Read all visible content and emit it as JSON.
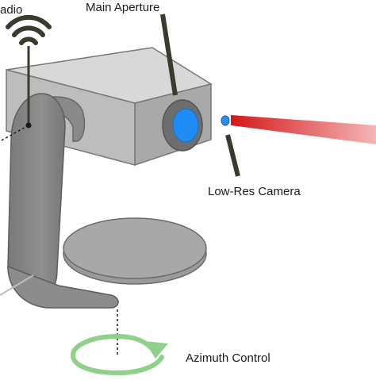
{
  "labels": {
    "radio": "adio",
    "main_aperture": "Main Aperture",
    "low_res_camera": "Low-Res Camera",
    "azimuth_control": "Azimuth Control"
  },
  "colors": {
    "housing_top": "#d4d4d4",
    "housing_front": "#a6a6a6",
    "housing_side": "#8e8e8e",
    "arm": "#8d8d8d",
    "base": "#a3a3a3",
    "aperture_lens": "#1e90ff",
    "camera_dot": "#1e90ff",
    "laser": "#e02020",
    "wifi": "#3a3a2e",
    "leader": "#3a3a2e",
    "azimuth_arrow": "#8fd18a"
  },
  "icons": {
    "radio": "wifi-icon",
    "azimuth": "rotate-arrow-icon"
  }
}
